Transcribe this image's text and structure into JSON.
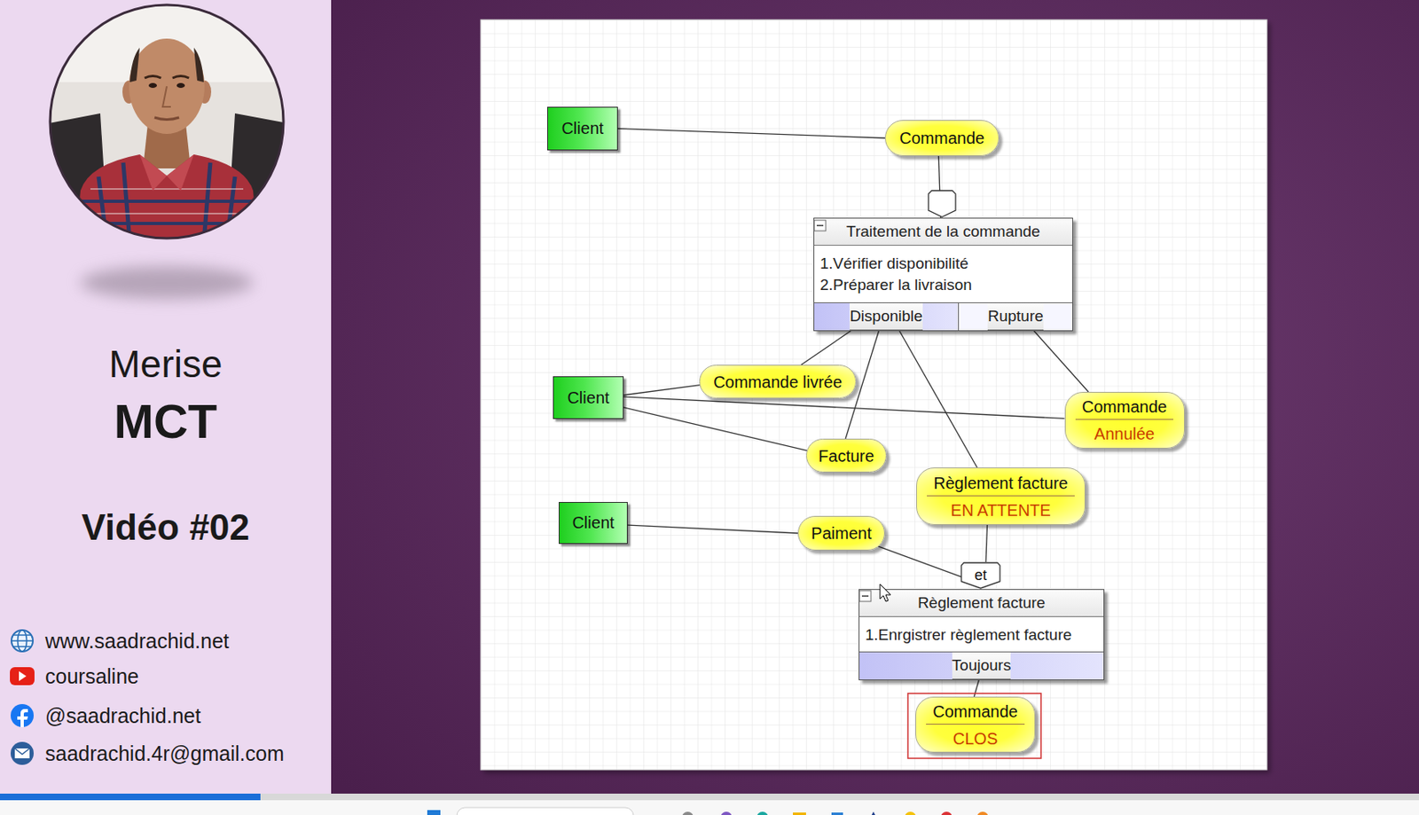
{
  "diagram": {
    "nodes": [
      {
        "text": [
          "Client"
        ]
      },
      {
        "text": [
          "Commande"
        ]
      },
      {
        "text": [
          "Traitement de la commande",
          "1.Vérifier disponibilité 2.Préparer la livraison"
        ]
      },
      {
        "text": [
          "Disponible"
        ],
        "in": 2
      },
      {
        "text": [
          "Rupture"
        ],
        "in": 2
      },
      {
        "text": [
          "Client"
        ]
      },
      {
        "text": [
          "Commande livrée"
        ]
      },
      {
        "text": [
          "Commande",
          "Annulée"
        ]
      },
      {
        "text": [
          "Facture"
        ]
      },
      {
        "text": [
          "Règlement facture",
          "EN ATTENTE"
        ]
      },
      {
        "text": [
          "Client"
        ]
      },
      {
        "text": [
          "Paiment"
        ]
      },
      {
        "text": [
          "et"
        ]
      },
      {
        "text": [
          "Règlement facture",
          "1.Enrgistrer règlement facture"
        ]
      },
      {
        "text": [
          "Toujours"
        ],
        "in": 13
      },
      {
        "text": [
          "Commande",
          "CLOS"
        ]
      }
    ],
    "edges": [
      {
        "from": 0,
        "to": 1,
        "arrow": "none"
      },
      {
        "from": 1,
        "to": 2,
        "arrow": "none"
      },
      {
        "from": 3,
        "to": 6,
        "arrow": "none"
      },
      {
        "from": 3,
        "to": 8,
        "arrow": "none"
      },
      {
        "from": 3,
        "to": 9,
        "arrow": "none"
      },
      {
        "from": 4,
        "to": 7,
        "arrow": "none"
      },
      {
        "from": 5,
        "to": 6,
        "arrow": "none"
      },
      {
        "from": 5,
        "to": 7,
        "arrow": "none"
      },
      {
        "from": 5,
        "to": 8,
        "arrow": "none"
      },
      {
        "from": 10,
        "to": 11,
        "arrow": "none"
      },
      {
        "from": 11,
        "to": 12,
        "arrow": "none"
      },
      {
        "from": 9,
        "to": 12,
        "arrow": "none"
      },
      {
        "from": 14,
        "to": 15,
        "arrow": "none"
      }
    ],
    "labels": [
      "Merise",
      "MCT",
      "Vidéo #02",
      "www.saadrachid.net",
      "coursaline",
      "@saadrachid.net",
      "saadrachid.4r@gmail.com"
    ]
  }
}
